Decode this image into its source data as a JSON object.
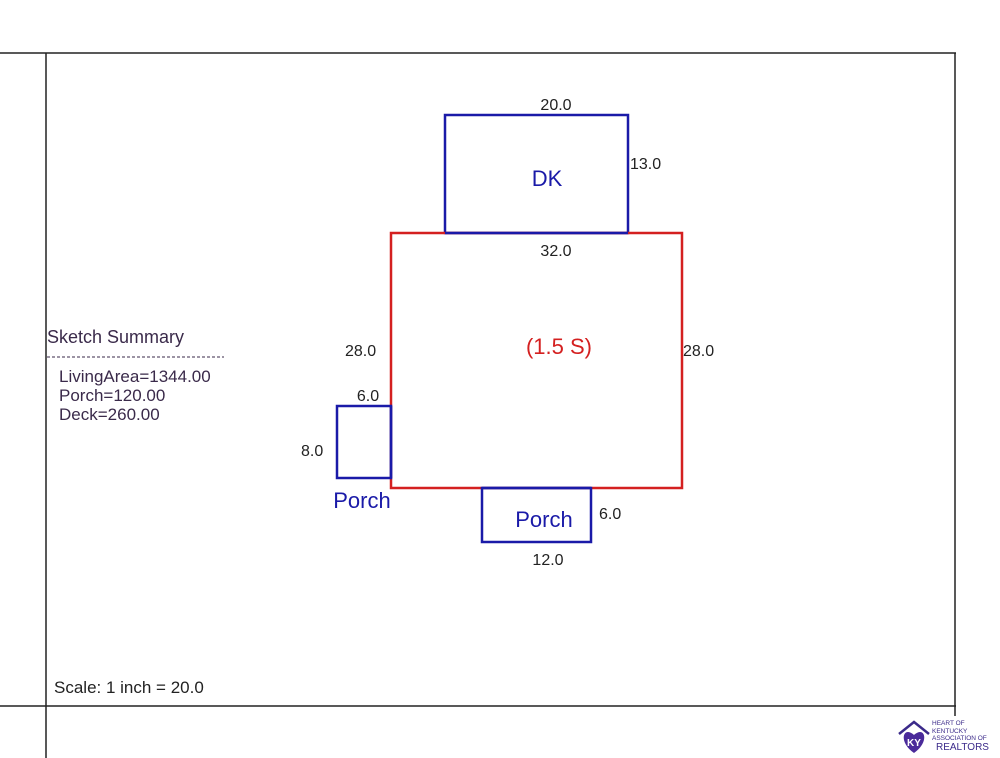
{
  "sketch": {
    "areas": {
      "deck": {
        "label": "DK",
        "top": "20.0",
        "bottom": "32.0",
        "right": "13.0"
      },
      "main": {
        "label": "(1.5 S)",
        "left": "28.0",
        "right": "28.0"
      },
      "porch_left": {
        "label": "Porch",
        "top": "6.0",
        "left": "8.0"
      },
      "porch_bottom": {
        "label": "Porch",
        "right": "6.0",
        "bottom": "12.0"
      }
    },
    "colors": {
      "living": "#d42020",
      "addition": "#1a1aa8"
    }
  },
  "summary": {
    "title": "Sketch Summary",
    "divider": "--------------------------------------------",
    "items": [
      "LivingArea=1344.00",
      "Porch=120.00",
      "Deck=260.00"
    ]
  },
  "scale": "Scale: 1 inch = 20.0",
  "logo": {
    "text": "KY",
    "org": "HEART OF KENTUCKY ASSOCIATION OF",
    "brand": "REALTORS"
  }
}
